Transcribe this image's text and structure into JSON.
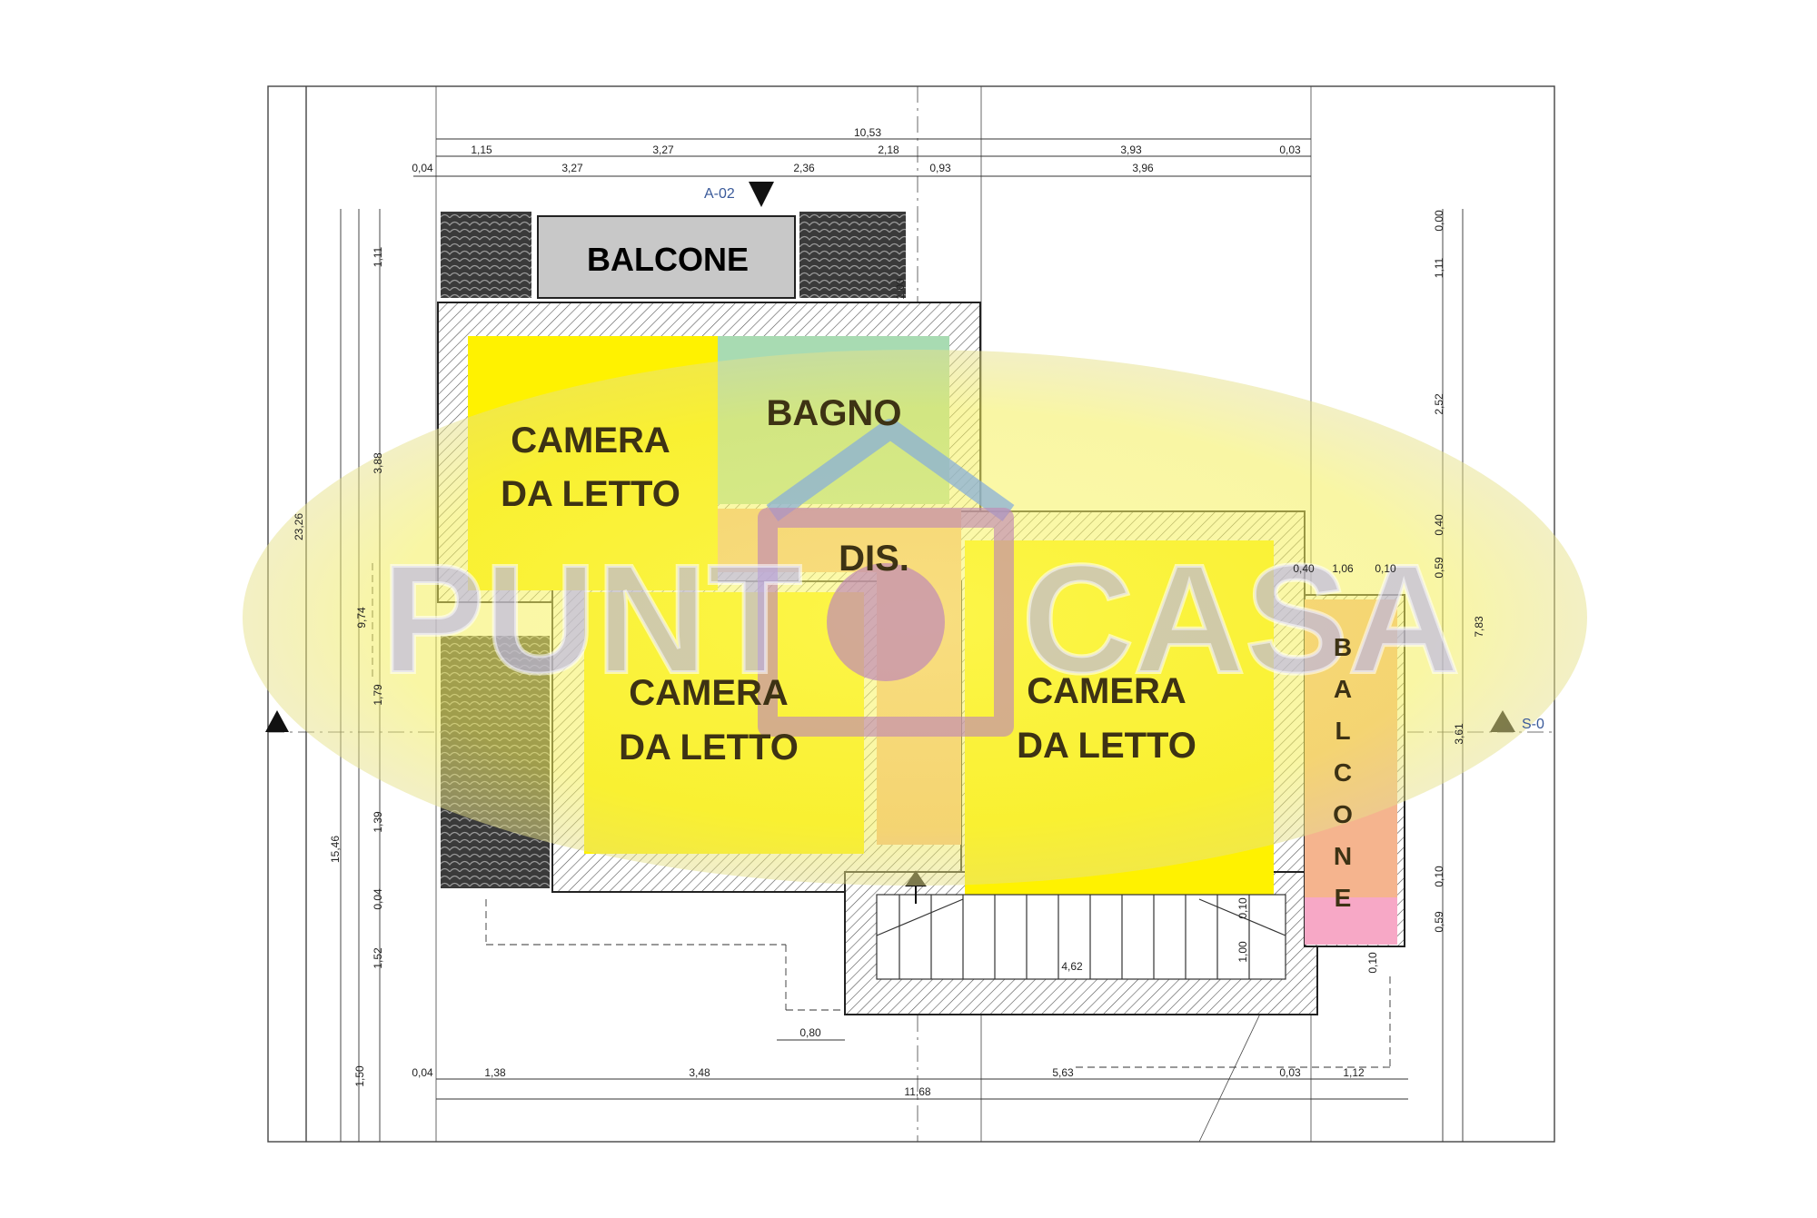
{
  "rooms": {
    "balcone_top": "BALCONE",
    "camera_1": [
      "CAMERA",
      "DA LETTO"
    ],
    "bagno": "BAGNO",
    "dis": "DIS.",
    "camera_2": [
      "CAMERA",
      "DA LETTO"
    ],
    "camera_3": [
      "CAMERA",
      "DA LETTO"
    ],
    "balcone_side": [
      "B",
      "A",
      "L",
      "C",
      "O",
      "N",
      "E"
    ]
  },
  "tags": {
    "section_a": "A-02",
    "section_s": "S-0"
  },
  "brand": {
    "left": "PUNT",
    "right": "CASA"
  },
  "dimensions": {
    "top_overall": "10,53",
    "top_row1": [
      "1,15",
      "3,27",
      "2,18",
      "3,93",
      "0,03"
    ],
    "top_row2": [
      "0,04",
      "3,27",
      "2,36",
      "0,93",
      "3,96"
    ],
    "left_outer": [
      "23,26",
      "15,46",
      "1,50"
    ],
    "left_inner": [
      "1,11",
      "3,88",
      "9,74",
      "1,79",
      "1,39",
      "0,04",
      "1,52"
    ],
    "right_outer": "7,83",
    "right_inner": [
      "0,00",
      "1,11",
      "2,52",
      "0,40",
      "0,59",
      "3,61",
      "0,10",
      "0,59"
    ],
    "right_balcony": [
      "0,40",
      "1,06",
      "0,10"
    ],
    "bottom_row1": [
      "0,04",
      "1,38",
      "3,48",
      "5,63",
      "0,03",
      "1,12"
    ],
    "bottom_overall": "11,68",
    "stair": [
      "4,62",
      "1,00",
      "0,10",
      "0,10",
      "0,80",
      "1,00"
    ]
  },
  "colors": {
    "bedroom": "#fff200",
    "bathroom": "#a8dbb2",
    "corridor": "#f5b48e",
    "balcony_side": "#f7a8c6",
    "balcony_top": "#c8c8c8",
    "watermark_ellipse": "#f4ef62",
    "watermark_text": "#b6b2ec"
  }
}
